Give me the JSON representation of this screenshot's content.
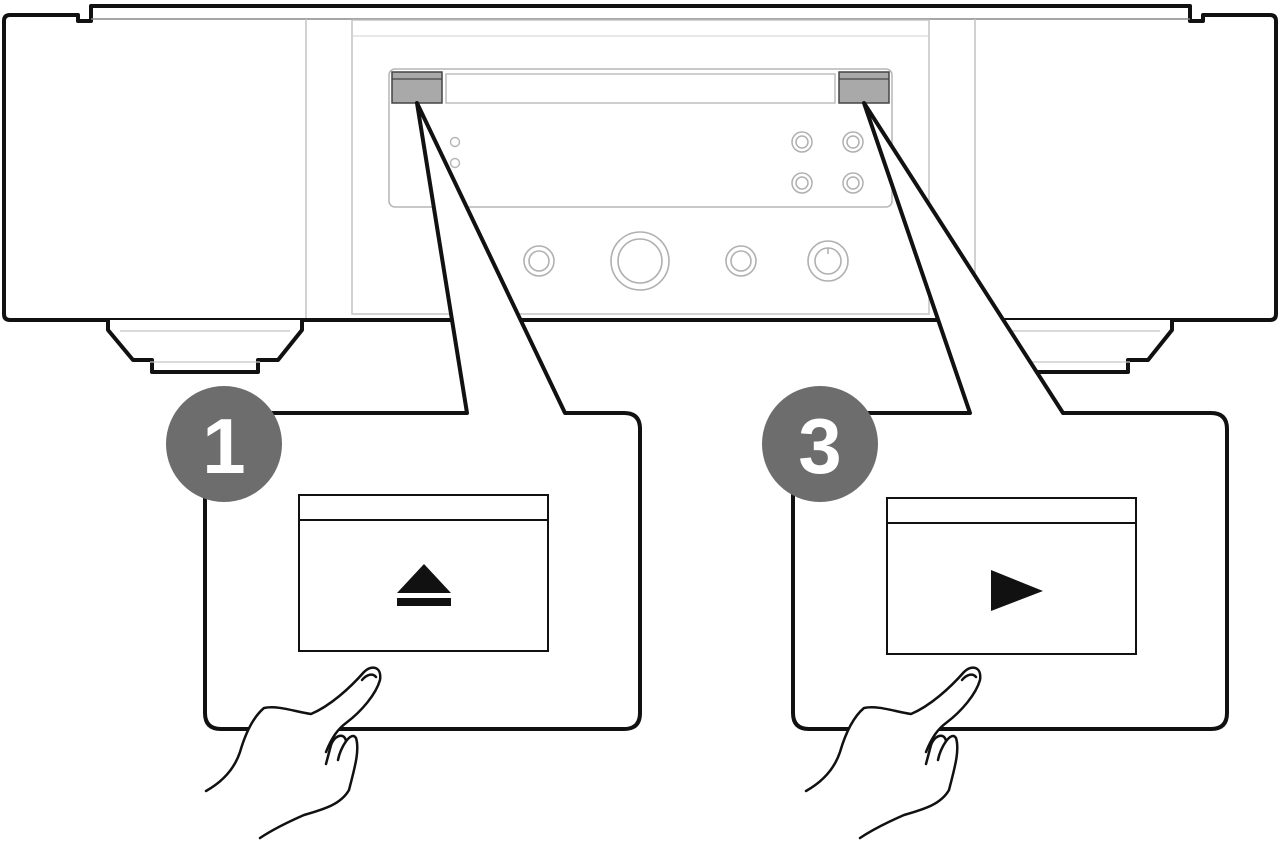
{
  "steps": [
    {
      "number": "1",
      "button": "eject",
      "icon": "eject-icon"
    },
    {
      "number": "3",
      "button": "play",
      "icon": "play-icon"
    }
  ],
  "colors": {
    "outline": "#111111",
    "faint_line": "#b5b5b5",
    "badge_fill": "#6d6d6d",
    "button_fill": "#a9a9a9"
  }
}
